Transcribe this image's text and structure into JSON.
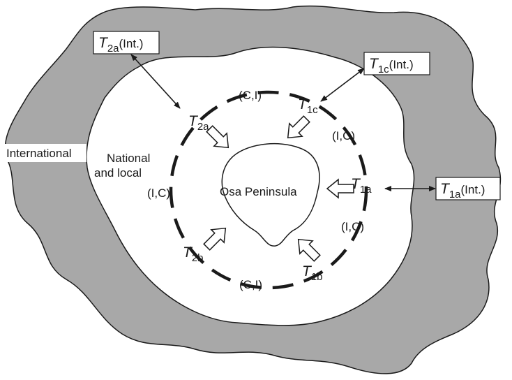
{
  "colors": {
    "outer_band": "#a8a8a8",
    "inner_region": "#ffffff",
    "stroke": "#1a1a1a"
  },
  "regions": {
    "international": "International",
    "national_line1": "National",
    "national_line2": "and local",
    "core": "Osa Peninsula"
  },
  "links": {
    "upper": "(C,I)",
    "lower": "(C,I)",
    "left": "(I,C)",
    "right_upper": "(I,C)",
    "right_lower": "(I,C)"
  },
  "nodes": {
    "t2a": {
      "main": "T",
      "sub": "2a"
    },
    "t1c": {
      "main": "T",
      "sub": "1c"
    },
    "t1a": {
      "main": "T",
      "sub": "1a"
    },
    "t2b": {
      "main": "T",
      "sub": "2b"
    },
    "t1b": {
      "main": "T",
      "sub": "1b"
    }
  },
  "international_nodes": {
    "t2a": {
      "main": "T",
      "sub": "2a",
      "suffix": "(Int.)"
    },
    "t1c": {
      "main": "T",
      "sub": "1c",
      "suffix": "(Int.)"
    },
    "t1a": {
      "main": "T",
      "sub": "1a",
      "suffix": "(Int.)"
    }
  },
  "icons": {
    "hollow_arrow": "hollow-block-arrow",
    "double_arrow": "double-headed-arrow"
  }
}
